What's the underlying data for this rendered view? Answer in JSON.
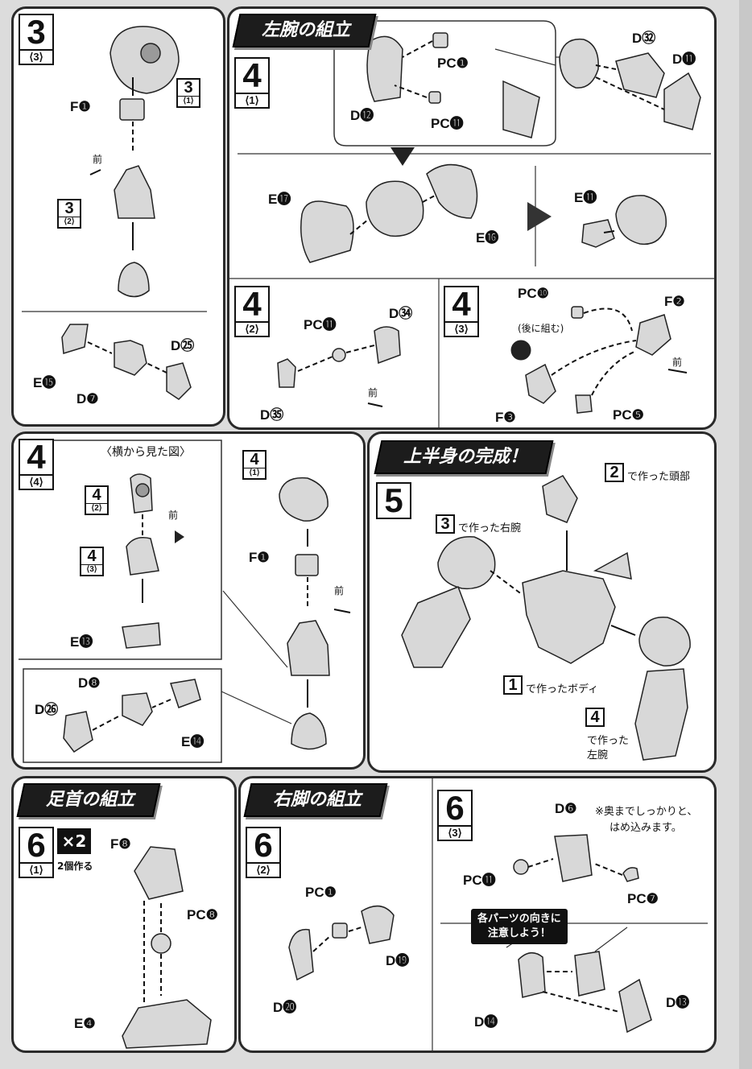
{
  "sections": {
    "left_arm": "左腕の組立",
    "upper_body": "上半身の完成！",
    "foot": "足首の組立",
    "right_leg": "右脚の組立"
  },
  "steps": {
    "s3_3": {
      "num": "3",
      "sub": "⟨3⟩",
      "ref_main": "3",
      "ref_sub": "⟨1⟩",
      "ref2_main": "3",
      "ref2_sub": "⟨2⟩",
      "f1": "F❶",
      "front": "前",
      "e15": "E⓯",
      "d7": "D❼",
      "d25": "D㉕"
    },
    "s4_1": {
      "num": "4",
      "sub": "⟨1⟩",
      "pc1": "PC❶",
      "pc11": "PC⓫",
      "d12": "D⓬",
      "d32": "D㉜",
      "d11": "D⓫",
      "e17": "E⓱",
      "e16": "E⓰",
      "e11": "E⓫"
    },
    "s4_2": {
      "num": "4",
      "sub": "⟨2⟩",
      "pc11": "PC⓫",
      "d34": "D㉞",
      "d35": "D㉟",
      "front": "前"
    },
    "s4_3": {
      "num": "4",
      "sub": "⟨3⟩",
      "pc10": "PC❿",
      "note": "(後に組む)",
      "f2": "F❷",
      "f3": "F❸",
      "pc5": "PC❺",
      "front": "前"
    },
    "s4_4": {
      "num": "4",
      "sub": "⟨4⟩",
      "side_view": "〈横から見た図〉",
      "ref_a_main": "4",
      "ref_a_sub": "⟨2⟩",
      "ref_b_main": "4",
      "ref_b_sub": "⟨3⟩",
      "ref_c_main": "4",
      "ref_c_sub": "⟨1⟩",
      "e13": "E⓭",
      "f1": "F❶",
      "front": "前",
      "d8": "D❽",
      "d26": "D㉖",
      "e14": "E⓮"
    },
    "s5": {
      "num": "5",
      "ref2": "2",
      "ref2_text": "で作った頭部",
      "ref3": "3",
      "ref3_text": "で作った右腕",
      "ref1": "1",
      "ref1_text": "で作ったボディ",
      "ref4": "4",
      "ref4_text1": "で作った",
      "ref4_text2": "左腕"
    },
    "s6_1": {
      "num": "6",
      "sub": "⟨1⟩",
      "times": "×2",
      "times_note": "2個作る",
      "f8": "F❽",
      "pc8": "PC❽",
      "e4": "E❹"
    },
    "s6_2": {
      "num": "6",
      "sub": "⟨2⟩",
      "pc1": "PC❶",
      "d19": "D⓳",
      "d20": "D⓴"
    },
    "s6_3": {
      "num": "6",
      "sub": "⟨3⟩",
      "d6": "D❻",
      "note1": "※奥までしっかりと、",
      "note2": "はめ込みます。",
      "pc11": "PC⓫",
      "pc7": "PC❼",
      "box1": "各パーツの向きに",
      "box2": "注意しよう！",
      "d14": "D⓮",
      "d13": "D⓭"
    }
  }
}
